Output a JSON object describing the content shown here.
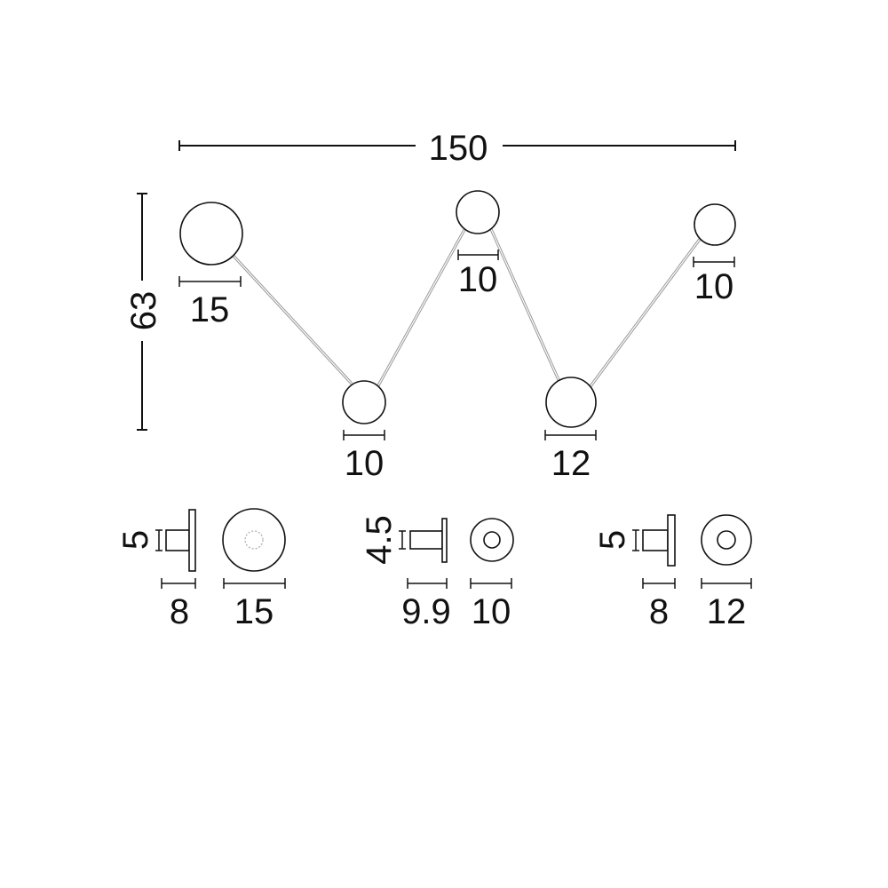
{
  "overall": {
    "width_label": "150",
    "height_label": "63"
  },
  "globes": [
    {
      "diameter": 15,
      "label": "15"
    },
    {
      "diameter": 10,
      "label": "10"
    },
    {
      "diameter": 10,
      "label": "10"
    },
    {
      "diameter": 12,
      "label": "12"
    },
    {
      "diameter": 10,
      "label": "10"
    }
  ],
  "canopies": [
    {
      "height_label": "5",
      "depth_label": "8",
      "diameter_label": "15"
    },
    {
      "height_label": "4.5",
      "depth_label": "9.9",
      "diameter_label": "10"
    },
    {
      "height_label": "5",
      "depth_label": "8",
      "diameter_label": "12"
    }
  ],
  "colors": {
    "line": "#111111",
    "wire": "#999999",
    "background": "#ffffff"
  }
}
